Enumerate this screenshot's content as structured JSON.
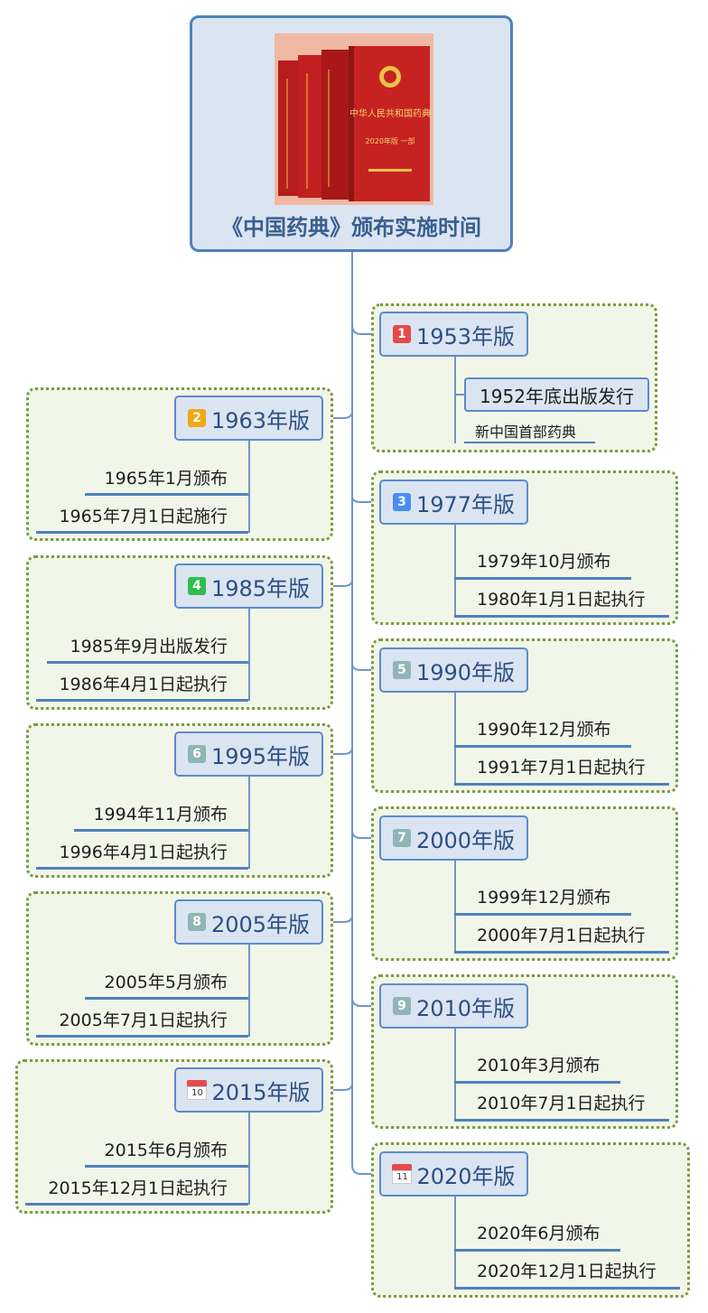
{
  "root": {
    "title": "《中国药典》颁布实施时间",
    "cover_text": "中华人民共和国药典",
    "cover_sub": "2020年版 一部"
  },
  "editions": [
    {
      "badge": "1",
      "badge_color": "#e54b4b",
      "title": "1953年版",
      "items": [
        "1952年底出版发行",
        "新中国首部药典"
      ]
    },
    {
      "badge": "2",
      "badge_color": "#f0a816",
      "title": "1963年版",
      "items": [
        "1965年1月颁布",
        "1965年7月1日起施行"
      ]
    },
    {
      "badge": "3",
      "badge_color": "#4a8ef0",
      "title": "1977年版",
      "items": [
        "1979年10月颁布",
        "1980年1月1日起执行"
      ]
    },
    {
      "badge": "4",
      "badge_color": "#2ebd4e",
      "title": "1985年版",
      "items": [
        "1985年9月出版发行",
        "1986年4月1日起执行"
      ]
    },
    {
      "badge": "5",
      "badge_color": "#8fb6b6",
      "title": "1990年版",
      "items": [
        "1990年12月颁布",
        "1991年7月1日起执行"
      ]
    },
    {
      "badge": "6",
      "badge_color": "#8fb6b6",
      "title": "1995年版",
      "items": [
        "1994年11月颁布",
        "1996年4月1日起执行"
      ]
    },
    {
      "badge": "7",
      "badge_color": "#8fb6b6",
      "title": "2000年版",
      "items": [
        "1999年12月颁布",
        "2000年7月1日起执行"
      ]
    },
    {
      "badge": "8",
      "badge_color": "#8fb6b6",
      "title": "2005年版",
      "items": [
        "2005年5月颁布",
        "2005年7月1日起执行"
      ]
    },
    {
      "badge": "9",
      "badge_color": "#8fb6b6",
      "title": "2010年版",
      "items": [
        "2010年3月颁布",
        "2010年7月1日起执行"
      ]
    },
    {
      "badge": "10",
      "badge_color": "#e54b4b",
      "title": "2015年版",
      "items": [
        "2015年6月颁布",
        "2015年12月1日起执行"
      ]
    },
    {
      "badge": "11",
      "badge_color": "#e54b4b",
      "title": "2020年版",
      "items": [
        "2020年6月颁布",
        "2020年12月1日起执行"
      ]
    }
  ]
}
